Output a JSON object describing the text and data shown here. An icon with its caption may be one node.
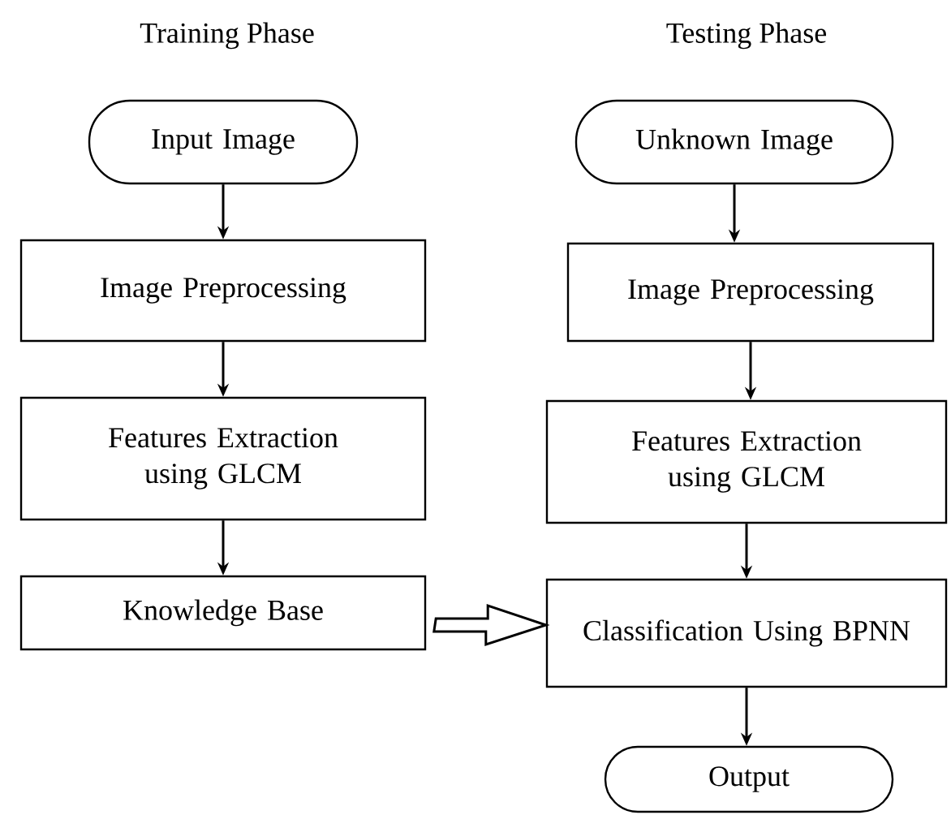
{
  "diagram": {
    "nodes": [
      {
        "text": [
          "Input Image"
        ]
      },
      {
        "text": [
          "Image Preprocessing"
        ]
      },
      {
        "text": [
          "Features Extraction using GLCM"
        ]
      },
      {
        "text": [
          "Knowledge Base"
        ]
      },
      {
        "text": [
          "Unknown Image"
        ]
      },
      {
        "text": [
          "Image Preprocessing"
        ]
      },
      {
        "text": [
          "Features Extraction using GLCM"
        ]
      },
      {
        "text": [
          "Classification Using BPNN"
        ]
      },
      {
        "text": [
          "Output"
        ]
      }
    ],
    "edges": [
      {
        "from": 0,
        "to": 1,
        "arrow": "to"
      },
      {
        "from": 1,
        "to": 2,
        "arrow": "to"
      },
      {
        "from": 2,
        "to": 3,
        "arrow": "to"
      },
      {
        "from": 4,
        "to": 5,
        "arrow": "to"
      },
      {
        "from": 5,
        "to": 6,
        "arrow": "to"
      },
      {
        "from": 6,
        "to": 7,
        "arrow": "to"
      },
      {
        "from": 7,
        "to": 8,
        "arrow": "to"
      },
      {
        "from": 3,
        "to": 7,
        "arrow": "to",
        "style": "thick"
      }
    ],
    "labels": [
      "Training Phase",
      "Testing Phase"
    ]
  }
}
